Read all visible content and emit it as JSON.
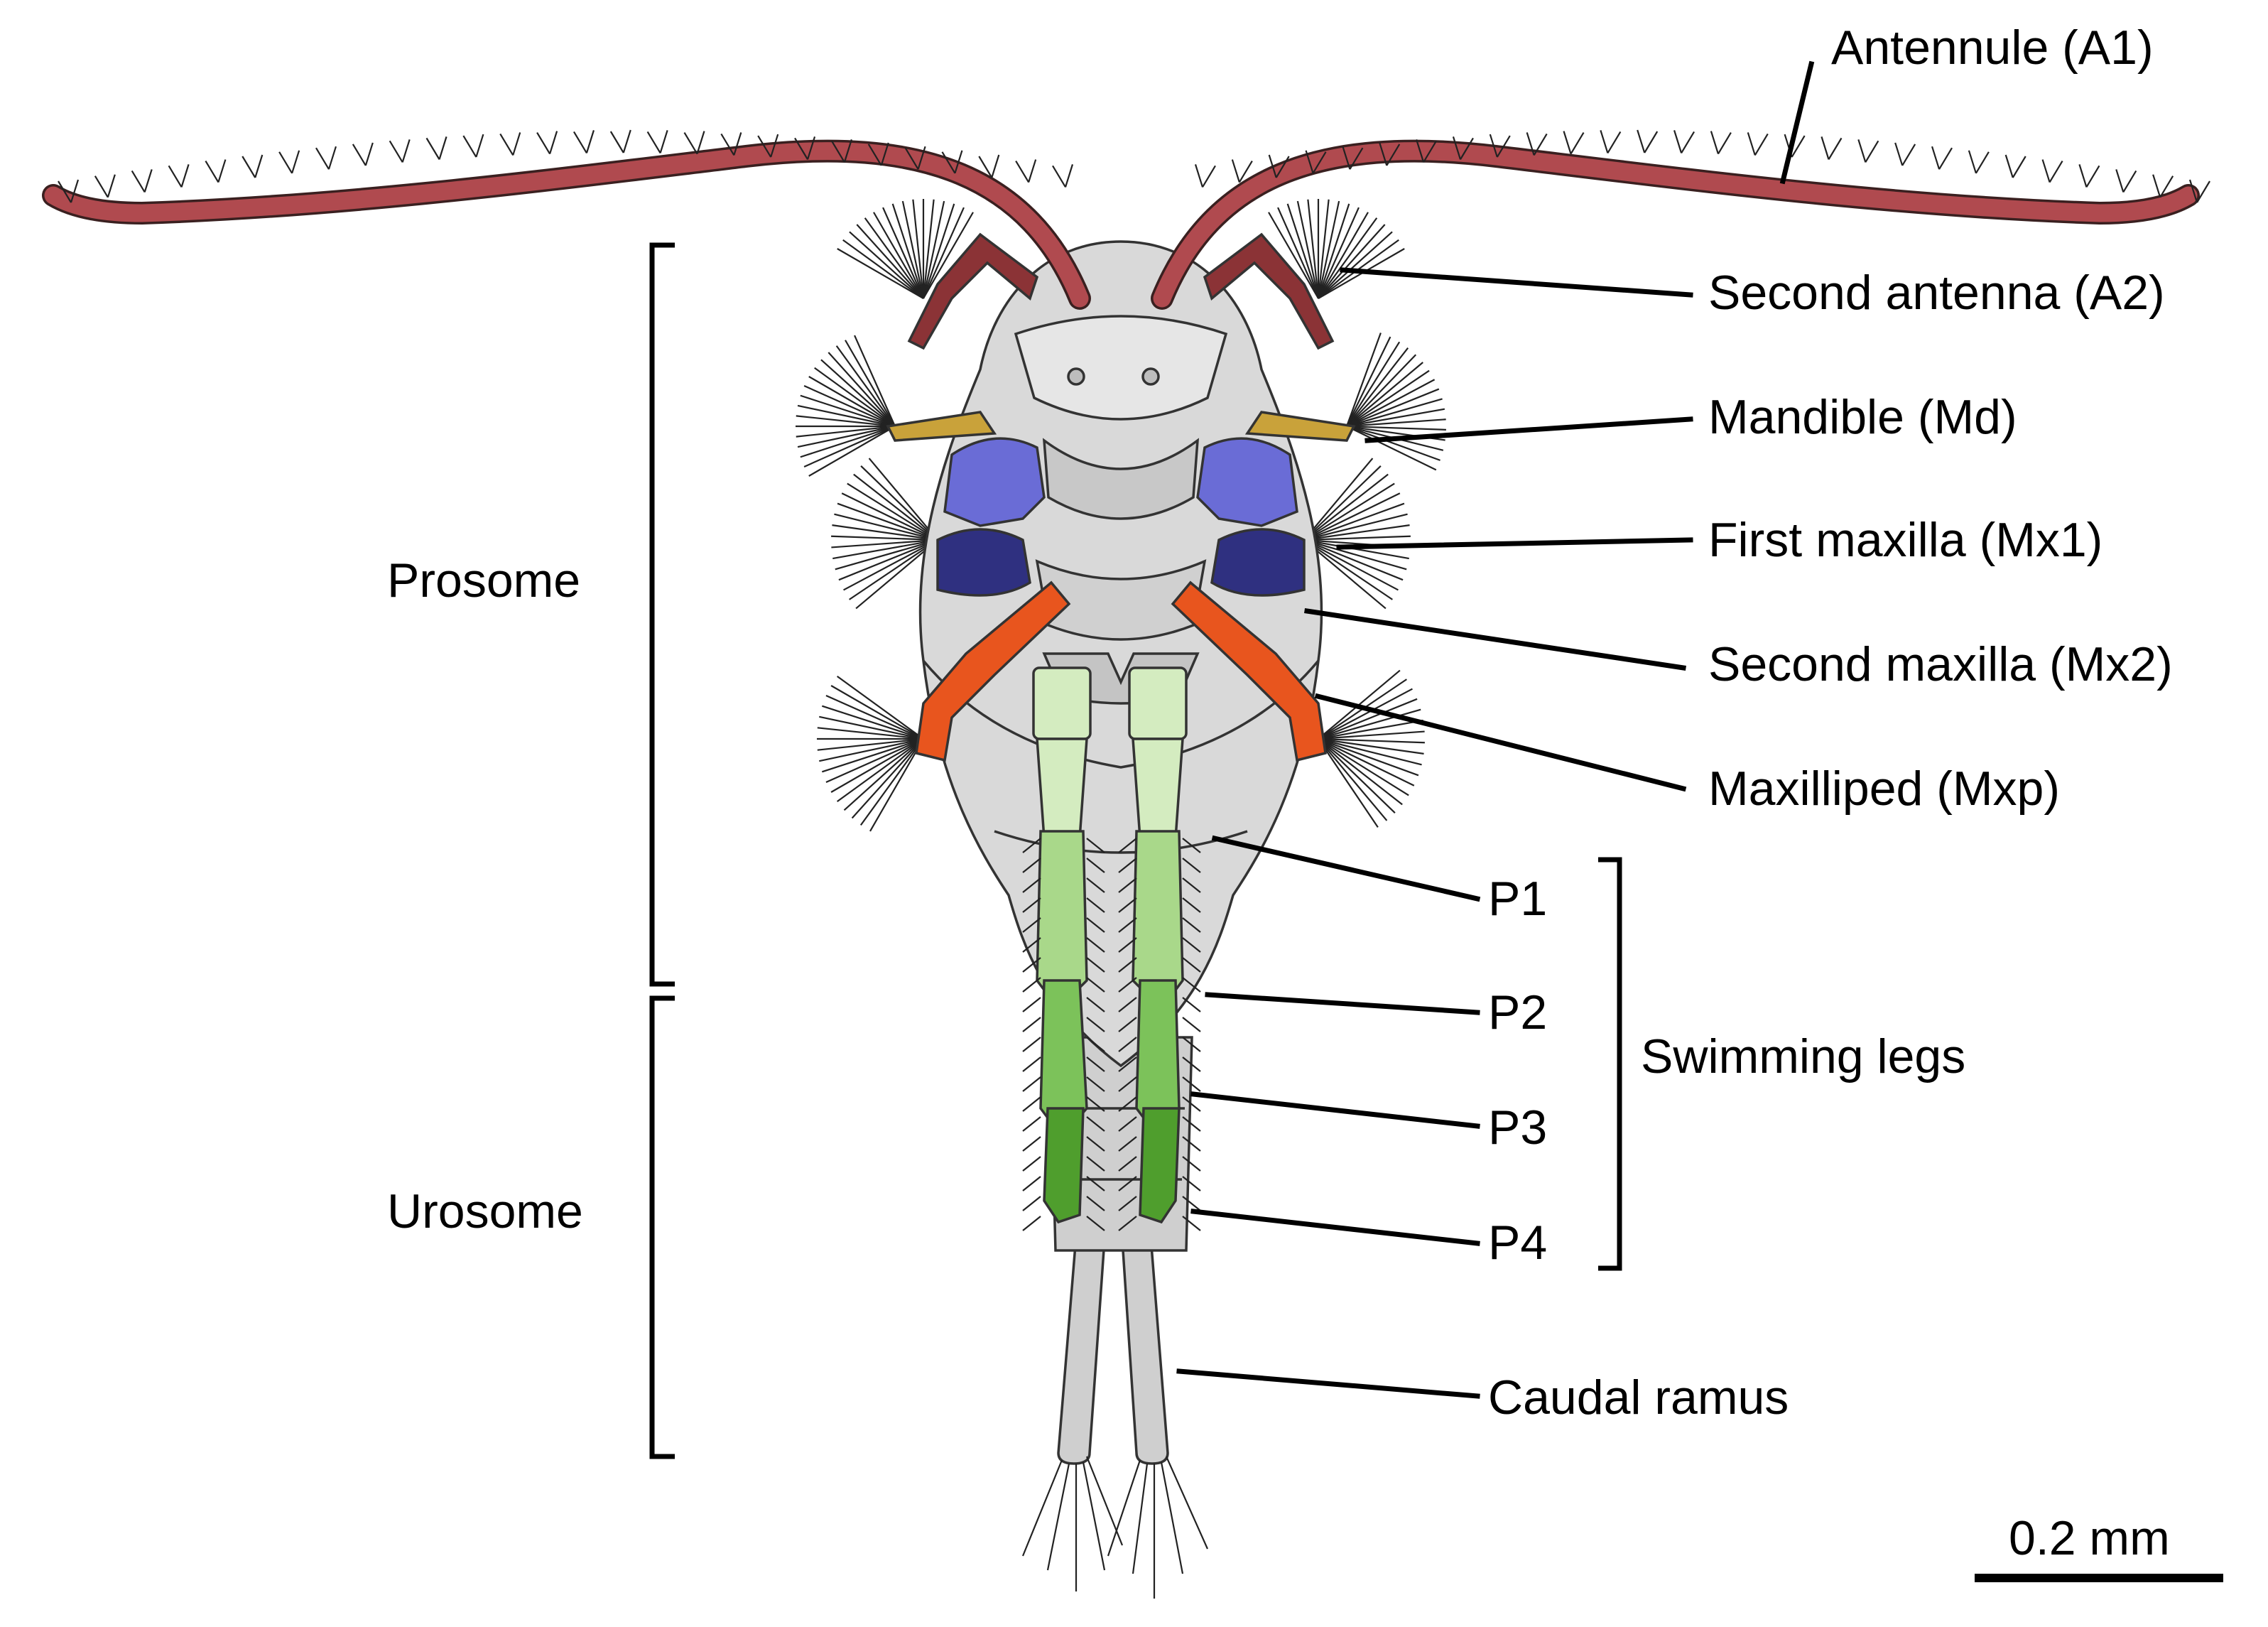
{
  "labels": {
    "a1": "Antennule (A1)",
    "a2": "Second antenna (A2)",
    "md": "Mandible (Md)",
    "mx1": "First maxilla (Mx1)",
    "mx2": "Second maxilla (Mx2)",
    "mxp": "Maxilliped (Mxp)",
    "p1": "P1",
    "p2": "P2",
    "p3": "P3",
    "p4": "P4",
    "swimming_legs": "Swimming legs",
    "caudal_ramus": "Caudal ramus",
    "prosome": "Prosome",
    "urosome": "Urosome",
    "scale": "0.2 mm"
  },
  "colors": {
    "antennule": "#b04a4f",
    "antenna": "#8b3336",
    "mandible": "#c9a23a",
    "maxilla1": "#6a6cd6",
    "maxilla1_dark": "#2f3080",
    "maxilla2": "#e8551e",
    "p1": "#d4ecc0",
    "p2": "#a9d88a",
    "p3": "#7cc25a",
    "p4": "#4f9e2d",
    "body": "#d9d9d9",
    "body_dark": "#b8b8b8"
  }
}
